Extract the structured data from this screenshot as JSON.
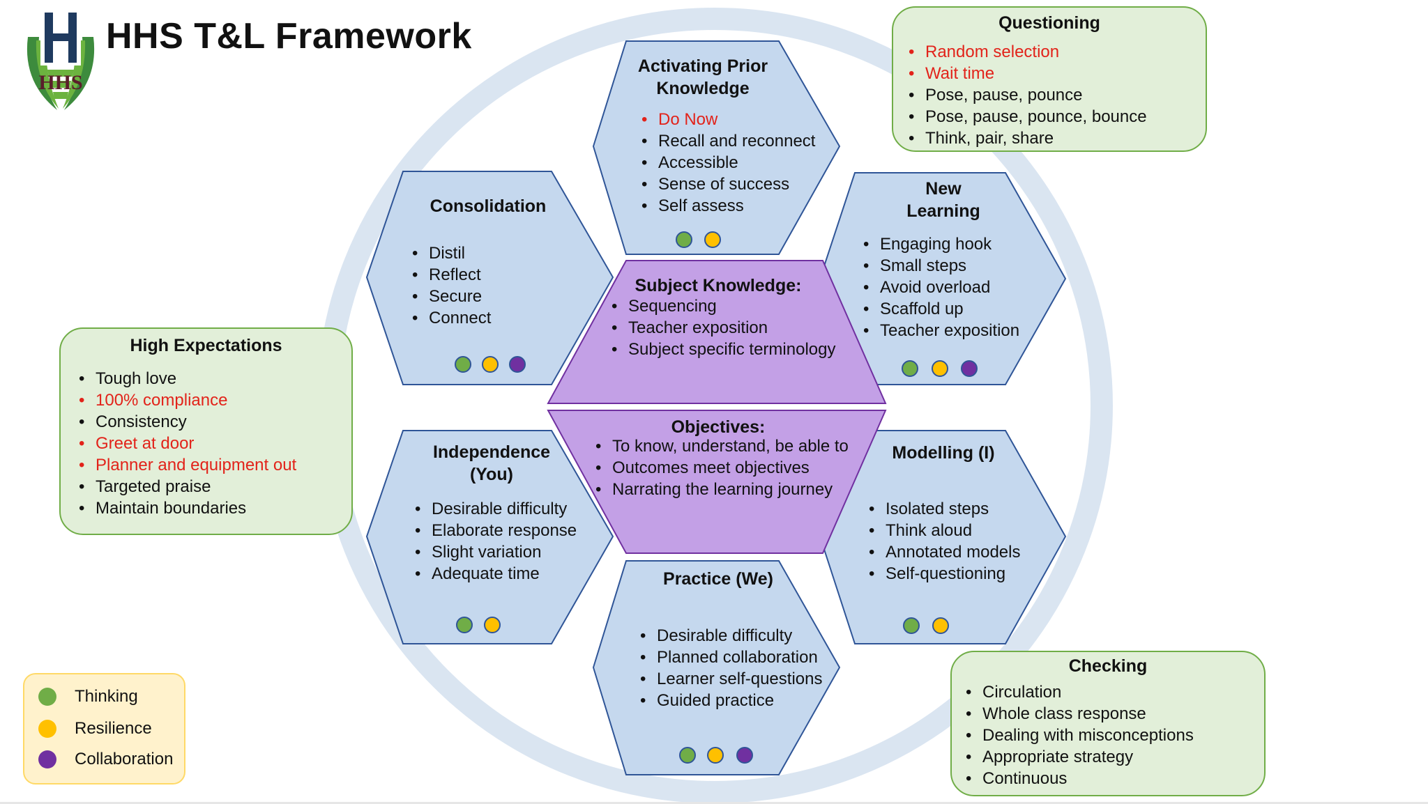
{
  "header": {
    "title": "HHS T&L Framework",
    "logo_text": "HHS"
  },
  "colors": {
    "hex_fill": "#c5d8ee",
    "hex_border": "#2f5597",
    "center_fill": "#c3a0e6",
    "center_border": "#7030a0",
    "box_fill": "#e2efd9",
    "box_border": "#70ad47",
    "legend_fill": "#fff2cc",
    "legend_border": "#ffd966",
    "ring": "#dae5f1",
    "thinking": "#70ad47",
    "resilience": "#ffc000",
    "collaboration": "#7030a0",
    "highlight_text": "#e2231a"
  },
  "hexagons": {
    "activating": {
      "title": "Activating Prior Knowledge",
      "items": [
        "Do Now",
        "Recall and reconnect",
        "Accessible",
        "Sense of success",
        "Self assess"
      ],
      "dots": [
        "thinking",
        "resilience"
      ]
    },
    "consolidation": {
      "title": "Consolidation",
      "items": [
        "Distil",
        "Reflect",
        "Secure",
        "Connect"
      ],
      "dots": [
        "thinking",
        "resilience",
        "collaboration"
      ]
    },
    "new_learning": {
      "title": "New Learning",
      "items": [
        "Engaging hook",
        "Small steps",
        "Avoid overload",
        "Scaffold up",
        "Teacher exposition"
      ],
      "dots": [
        "thinking",
        "resilience",
        "collaboration"
      ]
    },
    "independence": {
      "title": "Independence (You)",
      "items": [
        "Desirable difficulty",
        "Elaborate response",
        "Slight variation",
        "Adequate time"
      ],
      "dots": [
        "thinking",
        "resilience"
      ]
    },
    "modelling": {
      "title": "Modelling (I)",
      "items": [
        "Isolated steps",
        "Think aloud",
        "Annotated models",
        "Self-questioning"
      ],
      "dots": [
        "thinking",
        "resilience"
      ]
    },
    "practice": {
      "title": "Practice (We)",
      "items": [
        "Desirable difficulty",
        "Planned collaboration",
        "Learner self-questions",
        "Guided practice"
      ],
      "dots": [
        "thinking",
        "resilience",
        "collaboration"
      ]
    }
  },
  "center": {
    "subject_knowledge": {
      "title": "Subject Knowledge:",
      "items": [
        "Sequencing",
        "Teacher exposition",
        "Subject specific terminology"
      ]
    },
    "objectives": {
      "title": "Objectives:",
      "items": [
        "To know, understand, be able to",
        "Outcomes meet objectives",
        "Narrating the learning journey"
      ]
    }
  },
  "boxes": {
    "questioning": {
      "title": "Questioning",
      "items": [
        {
          "text": "Random selection",
          "highlight": true
        },
        {
          "text": "Wait time",
          "highlight": true
        },
        {
          "text": "Pose, pause, pounce",
          "highlight": false
        },
        {
          "text": "Pose, pause, pounce, bounce",
          "highlight": false
        },
        {
          "text": "Think, pair, share",
          "highlight": false
        }
      ]
    },
    "high_expectations": {
      "title": "High Expectations",
      "items": [
        {
          "text": "Tough love",
          "highlight": false
        },
        {
          "text": "100% compliance",
          "highlight": true
        },
        {
          "text": "Consistency",
          "highlight": false
        },
        {
          "text": "Greet at door",
          "highlight": true
        },
        {
          "text": "Planner and equipment out",
          "highlight": true
        },
        {
          "text": "Targeted praise",
          "highlight": false
        },
        {
          "text": "Maintain boundaries",
          "highlight": false
        }
      ]
    },
    "checking": {
      "title": "Checking",
      "items": [
        {
          "text": "Circulation",
          "highlight": false
        },
        {
          "text": "Whole class response",
          "highlight": false
        },
        {
          "text": "Dealing with misconceptions",
          "highlight": false
        },
        {
          "text": "Appropriate strategy",
          "highlight": false
        },
        {
          "text": "Continuous",
          "highlight": false
        }
      ]
    }
  },
  "legend": {
    "items": [
      {
        "label": "Thinking",
        "color": "#70ad47"
      },
      {
        "label": "Resilience",
        "color": "#ffc000"
      },
      {
        "label": "Collaboration",
        "color": "#7030a0"
      }
    ]
  }
}
